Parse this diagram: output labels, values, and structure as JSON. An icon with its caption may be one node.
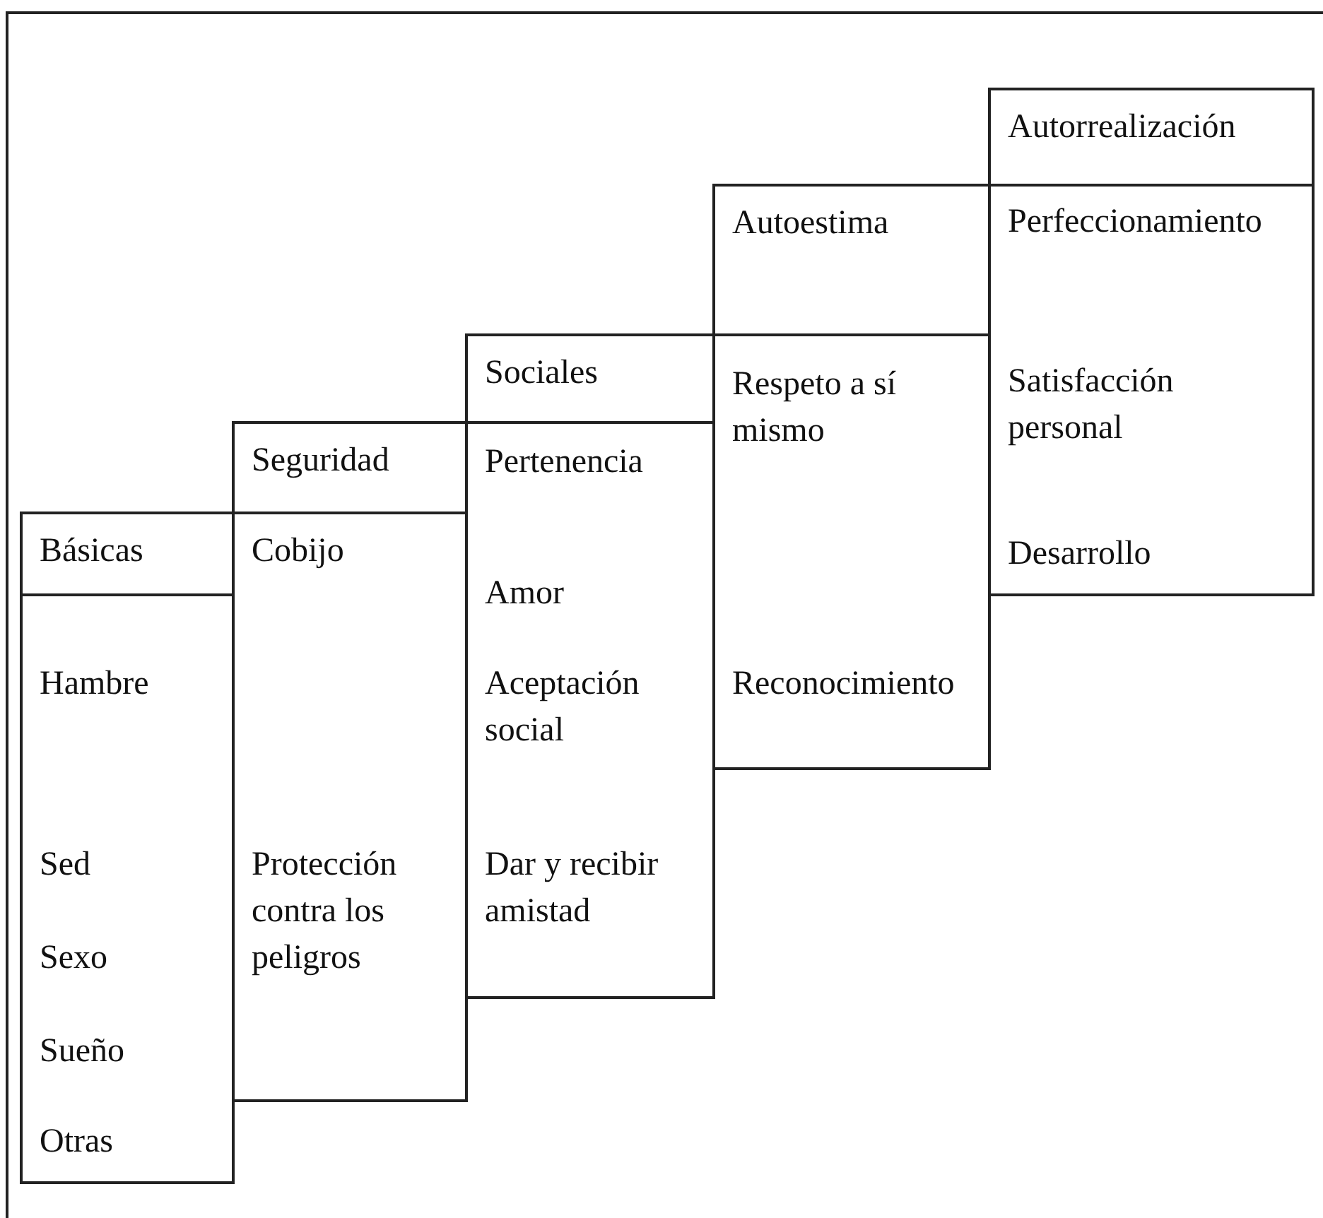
{
  "diagram": {
    "nodes": [
      {
        "text": [
          "Básicas"
        ]
      },
      {
        "text": [
          "Hambre",
          "Sed",
          "Sexo",
          "Sueño",
          "Otras"
        ]
      },
      {
        "text": [
          "Seguridad"
        ]
      },
      {
        "text": [
          "Cobijo",
          "Protección contra los peligros"
        ]
      },
      {
        "text": [
          "Sociales"
        ]
      },
      {
        "text": [
          "Pertenencia",
          "Amor",
          "Aceptación social",
          "Dar y recibir amistad"
        ]
      },
      {
        "text": [
          "Autoestima"
        ]
      },
      {
        "text": [
          "Respeto a sí mismo",
          "Reconocimiento"
        ]
      },
      {
        "text": [
          "Autorrealización"
        ]
      },
      {
        "text": [
          "Perfeccionamiento",
          "Satisfacción personal",
          "Desarrollo"
        ]
      }
    ]
  }
}
